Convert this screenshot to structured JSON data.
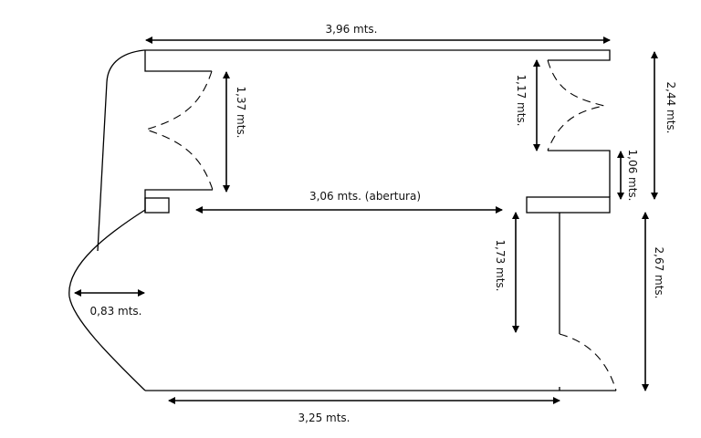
{
  "dimensions": {
    "top_width": "3,96 mts.",
    "left_door": "1,37 mts.",
    "opening": "3,06 mts. (abertura)",
    "right_door": "1,17 mts.",
    "right_upper_total": "2,44 mts.",
    "right_wall_segment": "1,06 mts.",
    "inner_wall": "1,73 mts.",
    "right_lower_total": "2,67 mts.",
    "left_bulge": "0,83 mts.",
    "bottom_width": "3,25 mts."
  }
}
